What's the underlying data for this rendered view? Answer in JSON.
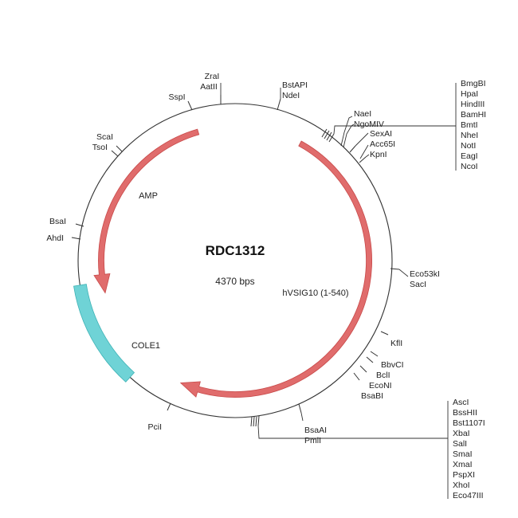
{
  "plasmid": {
    "name": "RDC1312",
    "size_label": "4370 bps"
  },
  "features": {
    "amp": "AMP",
    "vsig": "hVSIG10 (1-540)",
    "cole1": "COLE1"
  },
  "sites": {
    "zrai": "ZraI",
    "aatii": "AatII",
    "sspi": "SspI",
    "bstapi": "BstAPI",
    "ndei": "NdeI",
    "scai": "ScaI",
    "tsoi": "TsoI",
    "nael": "NaeI",
    "ngomiv": "NgoMIV",
    "sexai": "SexAI",
    "acc65i": "Acc65I",
    "kpni": "KpnI",
    "bsai": "BsaI",
    "ahdi": "AhdI",
    "eco53ki": "Eco53kI",
    "saci": "SacI",
    "kfli": "KflI",
    "bbvci": "BbvCI",
    "bcli": "BclI",
    "econi": "EcoNI",
    "bsabi": "BsaBI",
    "pcii": "PciI",
    "bsaai": "BsaAI",
    "pmli": "PmlI"
  },
  "cluster_top": [
    "BmgBI",
    "HpaI",
    "HindIII",
    "BamHI",
    "BmtI",
    "NheI",
    "NotI",
    "EagI",
    "NcoI"
  ],
  "cluster_bottom": [
    "AscI",
    "BssHII",
    "Bst1107I",
    "XbaI",
    "SalI",
    "SmaI",
    "XmaI",
    "PspXI",
    "XhoI",
    "Eco47III"
  ],
  "colors": {
    "arrow": "#e06c6c",
    "arrow_dark": "#c84a4a",
    "cole1": "#6fd3d6",
    "cole1_dark": "#3fb3b6",
    "backbone": "#333333"
  }
}
